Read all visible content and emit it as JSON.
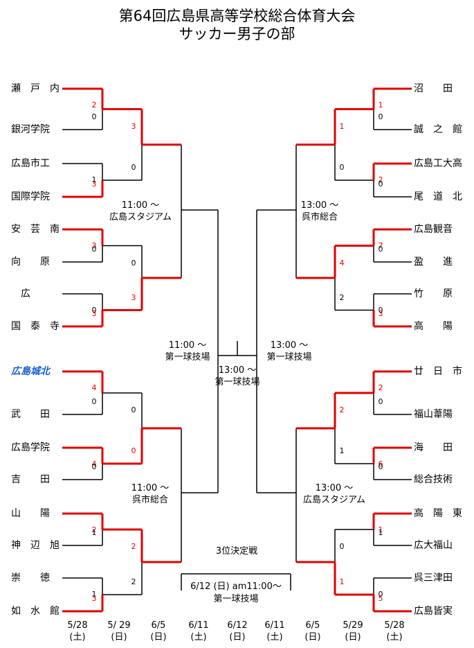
{
  "title": {
    "line1": "第64回広島県高等学校総合体育大会",
    "line2": "サッカー男子の部"
  },
  "colors": {
    "winner": "#e00000",
    "highlight_team": "#1a5fd0",
    "line": "#000000"
  },
  "left_teams": [
    "瀬　戸　内",
    "銀河学院",
    "広島市工",
    "国際学院",
    "安　芸　南",
    "向　　原",
    "　広",
    "国　泰　寺",
    "広島城北",
    "武　　田",
    "広島学院",
    "吉　　田",
    "山　　陽",
    "神　辺　旭",
    "崇　　徳",
    "如　水　館"
  ],
  "right_teams": [
    "沼　　田",
    "誠　之　館",
    "広島工大高",
    "尾　道　北",
    "広島観音",
    "盈　　進",
    "竹　　原",
    "高　　陽",
    "廿　日　市",
    "福山葦陽",
    "海　　田",
    "総合技術",
    "高　陽　東",
    "広大福山",
    "呉三津田",
    "広島皆実"
  ],
  "scores": {
    "L1": [
      [
        "2",
        "w"
      ],
      [
        "0",
        "l"
      ],
      [
        "1",
        "l"
      ],
      [
        "3",
        "w"
      ],
      [
        "3",
        "w"
      ],
      [
        "0",
        "l"
      ],
      [
        "0",
        "l"
      ],
      [
        "3",
        "w"
      ],
      [
        "4",
        "w"
      ],
      [
        "0",
        "l"
      ],
      [
        "4",
        "w"
      ],
      [
        "0",
        "l"
      ],
      [
        "2",
        "w"
      ],
      [
        "1",
        "l"
      ],
      [
        "1",
        "l"
      ],
      [
        "3",
        "w"
      ]
    ],
    "L2": [
      [
        "3",
        "w"
      ],
      [
        "0",
        "l"
      ],
      [
        "0",
        "l"
      ],
      [
        "3",
        "w"
      ],
      [
        "0",
        "l"
      ],
      [
        "0",
        "w"
      ],
      [
        "2",
        "w"
      ],
      [
        "2",
        "l"
      ]
    ],
    "R1": [
      [
        "1",
        "w"
      ],
      [
        "0",
        "l"
      ],
      [
        "2",
        "w"
      ],
      [
        "0",
        "l"
      ],
      [
        "7",
        "w"
      ],
      [
        "0",
        "l"
      ],
      [
        "0",
        "l"
      ],
      [
        "3",
        "w"
      ],
      [
        "2",
        "w"
      ],
      [
        "0",
        "l"
      ],
      [
        "6",
        "w"
      ],
      [
        "0",
        "l"
      ],
      [
        "1",
        "w"
      ],
      [
        "1",
        "l"
      ],
      [
        "0",
        "l"
      ],
      [
        "5",
        "w"
      ]
    ],
    "R2": [
      [
        "1",
        "w"
      ],
      [
        "0",
        "l"
      ],
      [
        "4",
        "w"
      ],
      [
        "2",
        "l"
      ],
      [
        "2",
        "w"
      ],
      [
        "1",
        "l"
      ],
      [
        "0",
        "l"
      ],
      [
        "1",
        "w"
      ]
    ]
  },
  "venues": {
    "qf_top_left": [
      "11:00 〜",
      "広島スタジアム"
    ],
    "qf_top_right": [
      "13:00 〜",
      "呉市総合"
    ],
    "sf_left": [
      "11:00 〜",
      "第一球技場"
    ],
    "sf_right": [
      "13:00 〜",
      "第一球技場"
    ],
    "final": [
      "13:00 〜",
      "第一球技場"
    ],
    "qf_bottom_left": [
      "11:00 〜",
      "呉市総合"
    ],
    "qf_bottom_right": [
      "13:00 〜",
      "広島スタジアム"
    ]
  },
  "third_place": {
    "label": "3位決定戦",
    "time": "6/12 (日) am11:00〜",
    "venue": "第一球技場"
  },
  "dates": [
    [
      "5/28",
      "(土)"
    ],
    [
      "5/ 29",
      "(日)"
    ],
    [
      "6/5",
      "(日)"
    ],
    [
      "6/11",
      "(土)"
    ],
    [
      "6/12",
      "(日)"
    ],
    [
      "6/11",
      "(土)"
    ],
    [
      "6/5",
      "(日)"
    ],
    [
      "5/29",
      "(日)"
    ],
    [
      "5/28",
      "(土)"
    ]
  ]
}
